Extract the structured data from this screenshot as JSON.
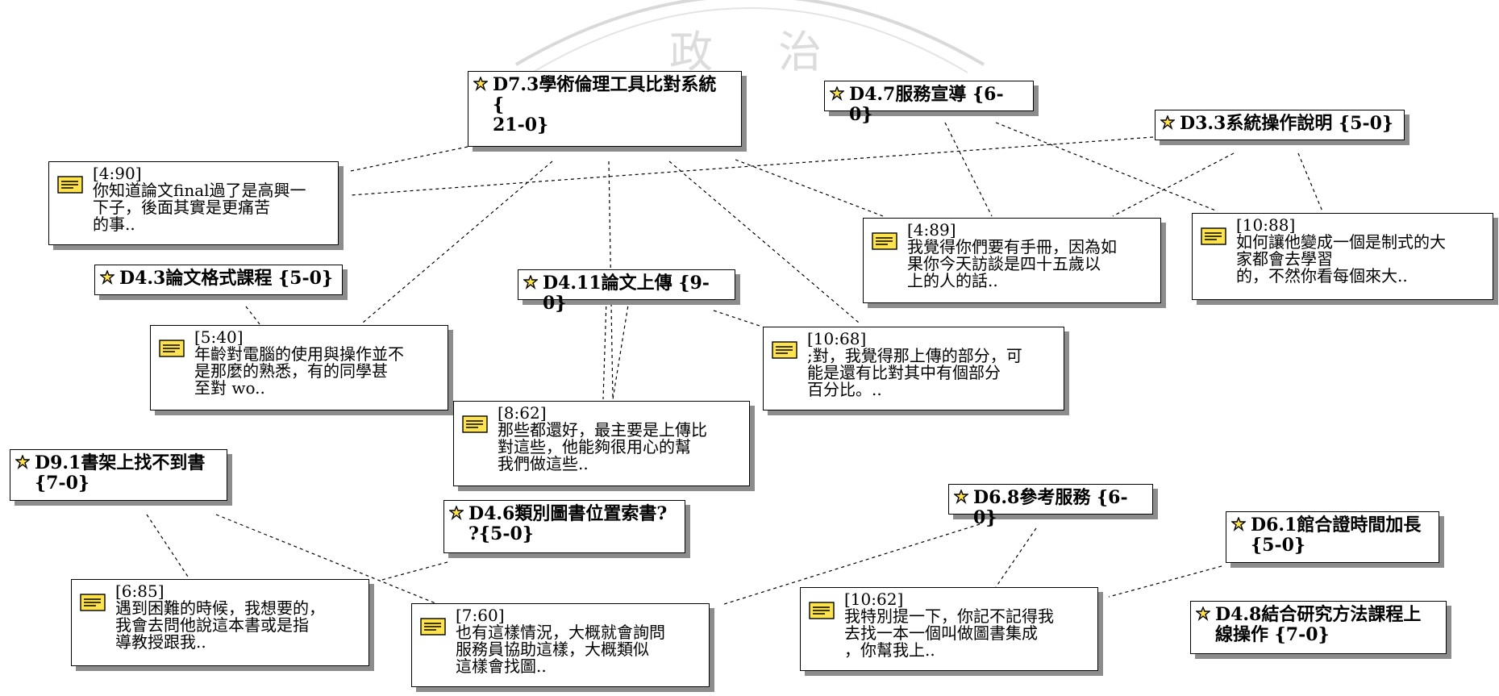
{
  "watermark": {
    "left_char": "政",
    "right_char": "治"
  },
  "codes": [
    {
      "id": "c_d73",
      "text": "D7.3學術倫理工具比對系統\n{\n21-0}"
    },
    {
      "id": "c_d47",
      "text": "D4.7服務宣導 {6-0}"
    },
    {
      "id": "c_d33",
      "text": "D3.3系統操作說明 {5-0}"
    },
    {
      "id": "c_d43",
      "text": "D4.3論文格式課程 {5-0}"
    },
    {
      "id": "c_d411",
      "text": "D4.11論文上傳 {9-0}"
    },
    {
      "id": "c_d91",
      "text": "D9.1書架上找不到書\n{7-0}"
    },
    {
      "id": "c_d46",
      "text": "D4.6類別圖書位置索書?\n?{5-0}"
    },
    {
      "id": "c_d68",
      "text": "D6.8參考服務 {6-0}"
    },
    {
      "id": "c_d61",
      "text": "D6.1館合證時間加長\n{5-0}"
    },
    {
      "id": "c_d48",
      "text": "D4.8結合研究方法課程上\n線操作 {7-0}"
    }
  ],
  "quotes": [
    {
      "id": "q_490",
      "ref": "[4:90]",
      "text": "你知道論文final過了是高興一\n下子，後面其實是更痛苦\n的事.."
    },
    {
      "id": "q_489",
      "ref": "[4:89]",
      "text": "我覺得你們要有手冊，因為如\n果你今天訪談是四十五歲以\n上的人的話.."
    },
    {
      "id": "q_1088",
      "ref": "[10:88]",
      "text": "如何讓他變成一個是制式的大\n家都會去學習\n的，不然你看每個來大.."
    },
    {
      "id": "q_540",
      "ref": "[5:40]",
      "text": "年齡對電腦的使用與操作並不\n是那麼的熟悉，有的同學甚\n至對 wo.."
    },
    {
      "id": "q_1068",
      "ref": "[10:68]",
      "text": ";對，我覺得那上傳的部分，可\n能是還有比對其中有個部分\n百分比。.."
    },
    {
      "id": "q_862",
      "ref": "[8:62]",
      "text": "那些都還好，最主要是上傳比\n對這些，他能夠很用心的幫\n我們做這些.."
    },
    {
      "id": "q_685",
      "ref": "[6:85]",
      "text": "遇到困難的時候，我想要的，\n我會去問他說這本書或是指\n導教授跟我.."
    },
    {
      "id": "q_760",
      "ref": "[7:60]",
      "text": "也有這樣情況，大概就會詢問\n服務員協助這樣，大概類似\n這樣會找圖.."
    },
    {
      "id": "q_1062",
      "ref": "[10:62]",
      "text": "我特別提一下，你記不記得我\n去找一本一個叫做圖書集成\n，你幫我上.."
    }
  ]
}
